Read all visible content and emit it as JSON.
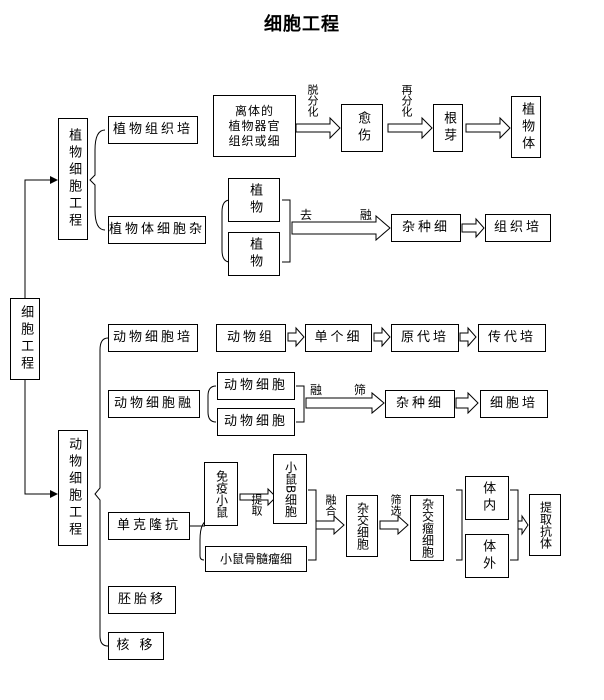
{
  "title": "细胞工程",
  "root": "细胞工程",
  "plant": {
    "label": "植物细胞工程",
    "tissue": "植物组织培",
    "tissue_src": [
      "离体的",
      "植物器官",
      "组织或细"
    ],
    "tissue_arrow1": "脱分化",
    "callus": "愈伤",
    "tissue_arrow2": "再分化",
    "roots": "根芽",
    "plant_body": "植物体",
    "hybrid": "植物体细胞杂",
    "cell_a": "植物",
    "cell_b": "植物",
    "fusion_arrow": "去 融",
    "hybrid_cell": "杂种细",
    "culture": "组织培"
  },
  "animal": {
    "label": "动物细胞工程",
    "culture": "动物细胞培",
    "culture_steps": [
      "动物组",
      "单个细",
      "原代培",
      "传代培"
    ],
    "fusion": "动物细胞融",
    "fusion_a": "动物细胞",
    "fusion_b": "动物细胞",
    "fusion_arrow": "融 筛",
    "fusion_hybrid": "杂种细",
    "fusion_result": "细胞培",
    "mab": "单克隆抗",
    "immune_mouse": "免疫小鼠",
    "extract": "提取",
    "b_cell": "小鼠B细胞",
    "myeloma": "小鼠骨髓瘤细",
    "fuse": "融合",
    "hybridoma": "杂交细胞",
    "screen": "筛选",
    "select_cell": "杂交瘤细胞",
    "in_vivo": "体内",
    "in_vitro": "体外",
    "product": "提取抗体",
    "embryo": "胚胎移",
    "nuclear": "核 移"
  }
}
